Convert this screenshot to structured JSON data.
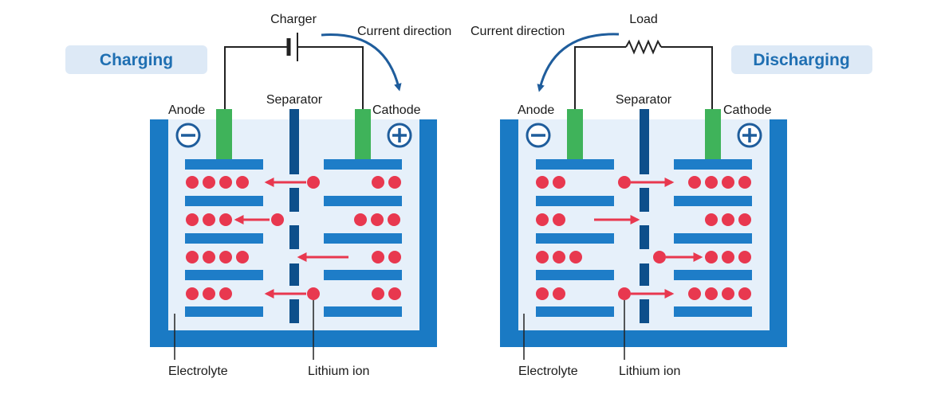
{
  "charging": {
    "badge": "Charging",
    "source_label": "Charger",
    "current_direction": "Current direction",
    "anode_label": "Anode",
    "separator_label": "Separator",
    "cathode_label": "Cathode",
    "electrolyte_label": "Electrolyte",
    "ion_label": "Lithium ion",
    "anode_ions_per_row": [
      4,
      3,
      4,
      3
    ],
    "cathode_ions_per_row": [
      2,
      3,
      2,
      2
    ],
    "ion_motion": "cathode-to-anode"
  },
  "discharging": {
    "badge": "Discharging",
    "source_label": "Load",
    "current_direction": "Current direction",
    "anode_label": "Anode",
    "separator_label": "Separator",
    "cathode_label": "Cathode",
    "electrolyte_label": "Electrolyte",
    "ion_label": "Lithium ion",
    "anode_ions_per_row": [
      2,
      2,
      3,
      2
    ],
    "cathode_ions_per_row": [
      4,
      3,
      3,
      4
    ],
    "ion_motion": "anode-to-cathode"
  },
  "symbols": {
    "negative": "minus-sign-icon",
    "positive": "plus-sign-icon"
  },
  "colors": {
    "container": "#1a7ac4",
    "electrolyte": "#e6f0fa",
    "plate": "#1e7dc8",
    "separator": "#0d4f8b",
    "terminal": "#3fb35a",
    "ion": "#e8384f",
    "badge_bg": "#dde9f6",
    "badge_text": "#1f6fb2",
    "wire": "#222222"
  }
}
